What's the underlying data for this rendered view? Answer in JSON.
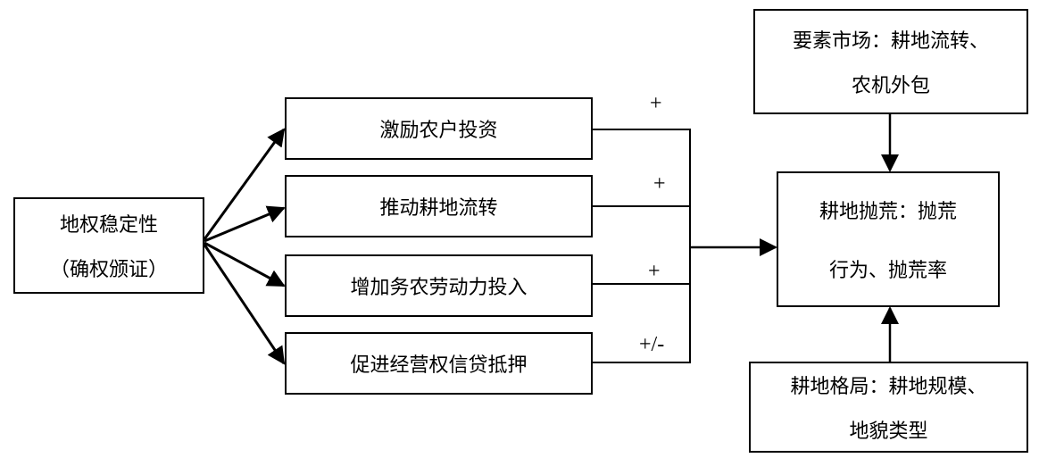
{
  "left_node": {
    "title": "地权稳定性",
    "subtitle": "（确权颁证）"
  },
  "mechanisms": [
    {
      "label": "激励农户投资",
      "effect": "+"
    },
    {
      "label": "推动耕地流转",
      "effect": "+"
    },
    {
      "label": "增加务农劳动力投入",
      "effect": "+"
    },
    {
      "label": "促进经营权信贷抵押",
      "effect": "+/-"
    }
  ],
  "factor_market": {
    "line1": "要素市场：耕地流转、",
    "line2": "农机外包"
  },
  "outcome": {
    "line1": "耕地抛荒：抛荒",
    "line2": "行为、抛荒率"
  },
  "factor_pattern": {
    "line1": "耕地格局：耕地规模、",
    "line2": "地貌类型"
  }
}
